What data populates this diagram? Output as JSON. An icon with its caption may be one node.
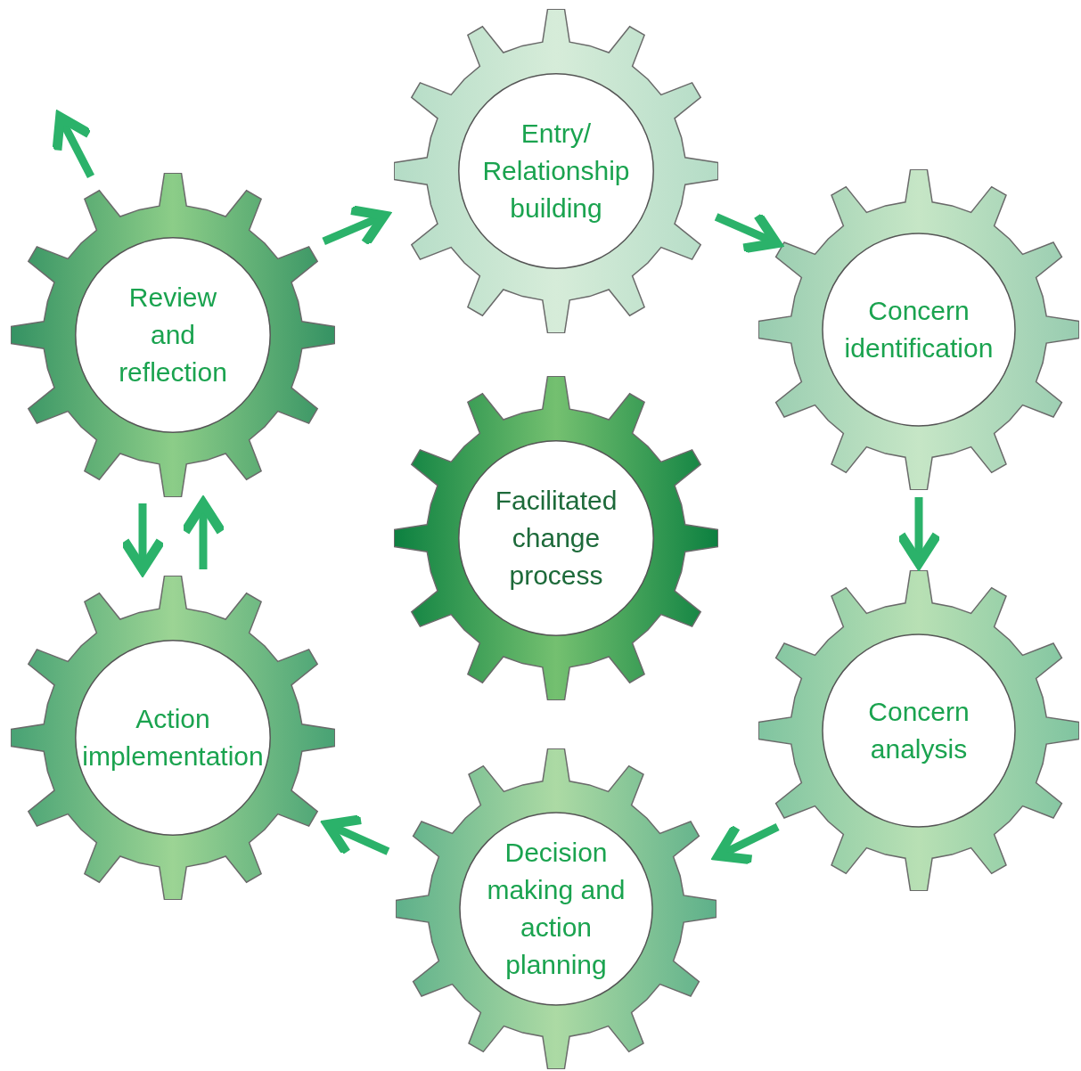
{
  "diagram": {
    "nodes": [
      {
        "text": [
          "Entry/ Relationship building"
        ]
      },
      {
        "text": [
          "Concern identification"
        ]
      },
      {
        "text": [
          "Concern analysis"
        ]
      },
      {
        "text": [
          "Decision making and action planning"
        ]
      },
      {
        "text": [
          "Action implementation"
        ]
      },
      {
        "text": [
          "Review and reflection"
        ]
      },
      {
        "text": [
          "Facilitated change process"
        ]
      }
    ],
    "edges": [
      {
        "from": 5,
        "to": 0,
        "arrow": "to"
      },
      {
        "from": 0,
        "to": 1,
        "arrow": "to"
      },
      {
        "from": 1,
        "to": 2,
        "arrow": "to"
      },
      {
        "from": 2,
        "to": 3,
        "arrow": "to"
      },
      {
        "from": 3,
        "to": 4,
        "arrow": "to"
      },
      {
        "from": 5,
        "to": 4,
        "arrow": "to"
      },
      {
        "from": 4,
        "to": 5,
        "arrow": "to"
      },
      {
        "from": 5,
        "to": null,
        "arrow": "to"
      }
    ]
  }
}
